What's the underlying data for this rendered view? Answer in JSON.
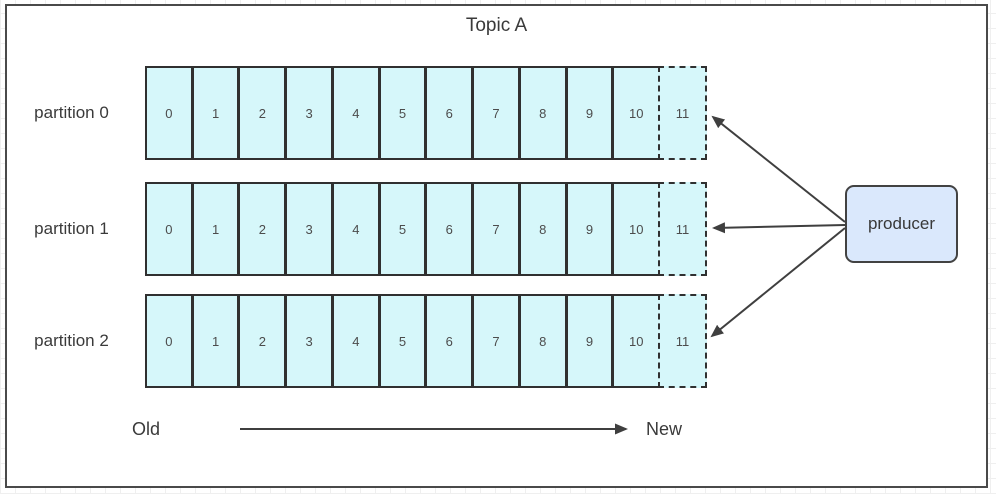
{
  "title": "Topic A",
  "partitions": [
    {
      "label": "partition 0",
      "cells": [
        "0",
        "1",
        "2",
        "3",
        "4",
        "5",
        "6",
        "7",
        "8",
        "9",
        "10"
      ],
      "next_cell": "11"
    },
    {
      "label": "partition 1",
      "cells": [
        "0",
        "1",
        "2",
        "3",
        "4",
        "5",
        "6",
        "7",
        "8",
        "9",
        "10"
      ],
      "next_cell": "11"
    },
    {
      "label": "partition 2",
      "cells": [
        "0",
        "1",
        "2",
        "3",
        "4",
        "5",
        "6",
        "7",
        "8",
        "9",
        "10"
      ],
      "next_cell": "11"
    }
  ],
  "producer": {
    "label": "producer"
  },
  "axis": {
    "old_label": "Old",
    "new_label": "New"
  },
  "colors": {
    "cell_fill": "#d6f7fa",
    "cell_border": "#303030",
    "producer_fill": "#dae8fc",
    "producer_border": "#424242",
    "arrow": "#3f3f3f",
    "text": "#3a3a3a",
    "grid": "#efefef"
  }
}
